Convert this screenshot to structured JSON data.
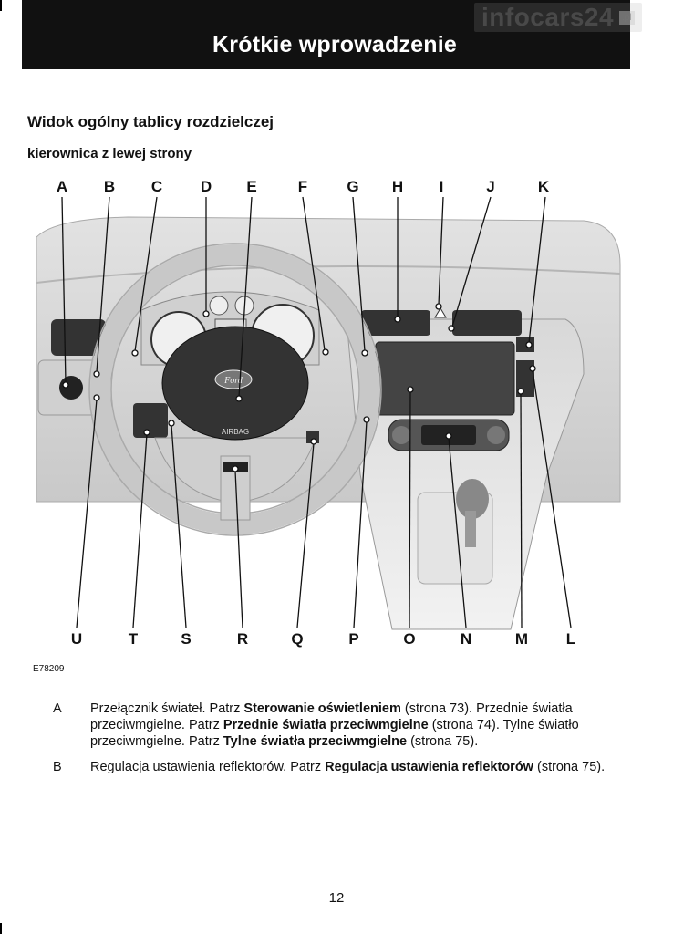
{
  "header": {
    "title": "Krótkie wprowadzenie"
  },
  "watermark": {
    "text": "infocars24",
    "tld": ".pl"
  },
  "section": {
    "title": "Widok ogólny tablicy rozdzielczej",
    "subtitle": "kierownica z lewej strony"
  },
  "diagram": {
    "top_labels": [
      "A",
      "B",
      "C",
      "D",
      "E",
      "F",
      "G",
      "H",
      "I",
      "J",
      "K"
    ],
    "bottom_labels": [
      "U",
      "T",
      "S",
      "R",
      "Q",
      "P",
      "O",
      "N",
      "M",
      "L"
    ],
    "figure_code": "E78209",
    "dash_text": {
      "airbag": "AIRBAG",
      "brand": "Ford"
    }
  },
  "legend": [
    {
      "key": "A",
      "parts": [
        {
          "t": "Przełącznik świateł.  Patrz "
        },
        {
          "t": "Sterowanie oświetleniem",
          "b": true
        },
        {
          "t": " (strona 73).  Przednie światła przeciwmgielne.  Patrz "
        },
        {
          "t": "Przednie światła przeciwmgielne",
          "b": true
        },
        {
          "t": " (strona 74).  Tylne światło przeciwmgielne.  Patrz "
        },
        {
          "t": "Tylne światła przeciwmgielne",
          "b": true
        },
        {
          "t": " (strona 75)."
        }
      ]
    },
    {
      "key": "B",
      "parts": [
        {
          "t": "Regulacja ustawienia reflektorów.  Patrz "
        },
        {
          "t": "Regulacja ustawienia reflektorów",
          "b": true
        },
        {
          "t": " (strona 75)."
        }
      ]
    }
  ],
  "page": {
    "number": "12"
  }
}
